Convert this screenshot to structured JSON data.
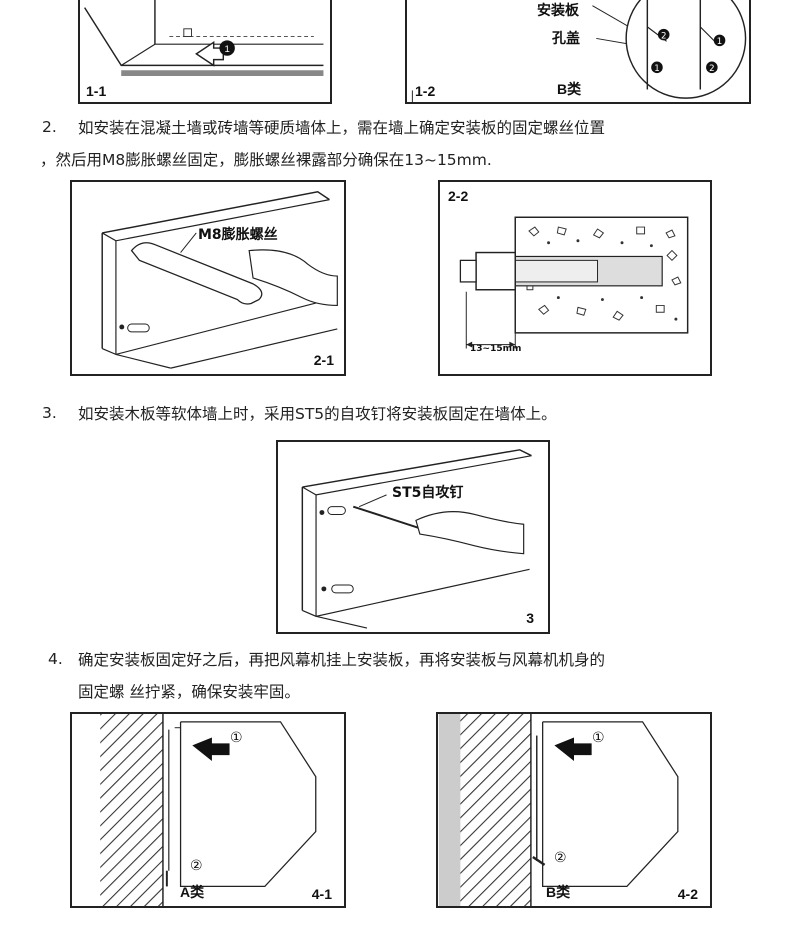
{
  "figures": {
    "f11": {
      "label": "1-1"
    },
    "f12": {
      "label": "1-2",
      "class_label": "B类",
      "callout_plate": "安装板",
      "callout_cover": "孔盖"
    },
    "f21": {
      "label": "2-1",
      "callout": "M8膨胀螺丝"
    },
    "f22": {
      "label": "2-2",
      "dimension": "13~15mm"
    },
    "f3": {
      "label": "3",
      "callout": "ST5自攻钉"
    },
    "f41": {
      "label": "4-1",
      "class_label": "A类"
    },
    "f42": {
      "label": "4-2",
      "class_label": "B类"
    }
  },
  "steps": {
    "s2": {
      "number": "2.",
      "line1": "如安装在混凝土墙或砖墙等硬质墙体上，需在墙上确定安装板的固定螺丝位置",
      "line2": "，然后用M8膨胀螺丝固定，膨胀螺丝裸露部分确保在13~15mm."
    },
    "s3": {
      "number": "3.",
      "line1": "如安装木板等软体墙上时，采用ST5的自攻钉将安装板固定在墙体上。"
    },
    "s4": {
      "number": "4.",
      "line1": "确定安装板固定好之后，再把风幕机挂上安装板，再将安装板与风幕机机身的",
      "line2": "固定螺 丝拧紧，确保安装牢固。"
    }
  },
  "markers": {
    "one": "①",
    "two": "②"
  }
}
